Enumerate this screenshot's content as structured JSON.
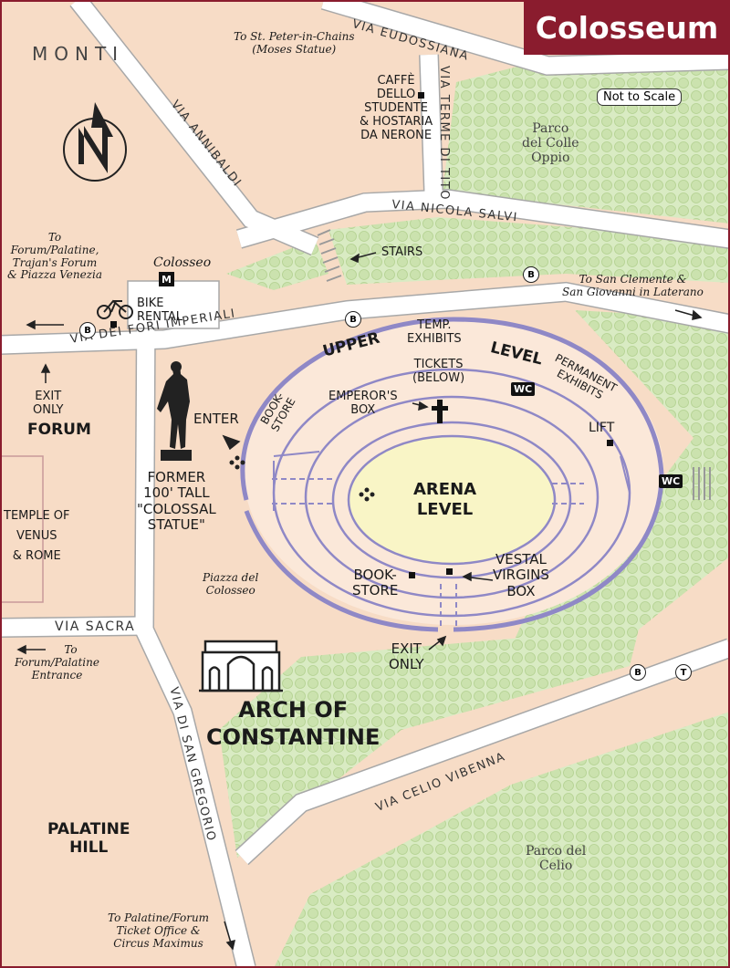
{
  "title": "Colosseum",
  "scale_note": "Not to Scale",
  "neighborhood": "MONTI",
  "streets": {
    "eudossiana": "VIA EUDOSSIANA",
    "terme_di_tito": "VIA TERME DI TITO",
    "annibaldi": "VIA ANNIBALDI",
    "nicola_salvi": "VIA NICOLA SALVI",
    "fori_imperiali": "VIA DEI FORI IMPERIALI",
    "via_sacra": "VIA SACRA",
    "san_gregorio": "VIA DI SAN GREGORIO",
    "celio_vibenna": "VIA CELIO VIBENNA"
  },
  "directions": {
    "st_peter": "To St. Peter-in-Chains (Moses Statue)",
    "st_peter_line1": "To St. Peter-in-Chains",
    "st_peter_line2": "(Moses Statue)",
    "forum_palatine_1": "To",
    "forum_palatine_2": "Forum/Palatine,",
    "forum_palatine_3": "Trajan's Forum",
    "forum_palatine_4": "& Piazza Venezia",
    "san_clemente_1": "To San Clemente &",
    "san_clemente_2": "San Giovanni in Laterano",
    "forum_entrance_1": "To",
    "forum_entrance_2": "Forum/Palatine",
    "forum_entrance_3": "Entrance",
    "ticket_office_1": "To Palatine/Forum",
    "ticket_office_2": "Ticket Office &",
    "ticket_office_3": "Circus Maximus"
  },
  "places": {
    "caffe_1": "CAFFÈ",
    "caffe_2": "DELLO",
    "caffe_3": "STUDENTE",
    "caffe_4": "& HOSTARIA",
    "caffe_5": "DA NERONE",
    "parco_oppio_1": "Parco",
    "parco_oppio_2": "del Colle",
    "parco_oppio_3": "Oppio",
    "parco_celio_1": "Parco del",
    "parco_celio_2": "Celio",
    "stairs": "STAIRS",
    "metro_station": "Colosseo",
    "bike_1": "BIKE",
    "bike_2": "RENTAL",
    "exit_only_forum_1": "EXIT",
    "exit_only_forum_2": "ONLY",
    "forum": "FORUM",
    "temple_1": "TEMPLE OF",
    "temple_2": "VENUS",
    "temple_3": "& ROME",
    "enter": "ENTER",
    "statue_1": "FORMER",
    "statue_2": "100' TALL",
    "statue_3": "\"COLOSSAL",
    "statue_4": "STATUE\"",
    "piazza_1": "Piazza del",
    "piazza_2": "Colosseo",
    "arch_1": "ARCH OF",
    "arch_2": "CONSTANTINE",
    "palatine_1": "PALATINE",
    "palatine_2": "HILL"
  },
  "colosseum": {
    "upper": "UPPER",
    "level": "LEVEL",
    "temp_1": "TEMP.",
    "temp_2": "EXHIBITS",
    "perm_1": "PERMANENT",
    "perm_2": "EXHIBITS",
    "tickets_1": "TICKETS",
    "tickets_2": "(BELOW)",
    "bookstore_upper_1": "BOOK-",
    "bookstore_upper_2": "STORE",
    "emperor_1": "EMPEROR'S",
    "emperor_2": "BOX",
    "lift": "LIFT",
    "wc": "WC",
    "wc_outer": "WC",
    "arena_1": "ARENA",
    "arena_2": "LEVEL",
    "bookstore_lower_1": "BOOK-",
    "bookstore_lower_2": "STORE",
    "vestal_1": "VESTAL",
    "vestal_2": "VIRGINS",
    "vestal_3": "BOX",
    "exit_1": "EXIT",
    "exit_2": "ONLY"
  },
  "symbols": {
    "bus": "B",
    "tram": "T",
    "metro": "M"
  },
  "colors": {
    "background": "#f7dcc6",
    "street": "#ffffff",
    "street_edge": "#a8a8a8",
    "park": "#cfe3b4",
    "colosseum_wall": "#8f88c6",
    "arena": "#f9f5c6",
    "title_bar": "#8a1c2e"
  }
}
